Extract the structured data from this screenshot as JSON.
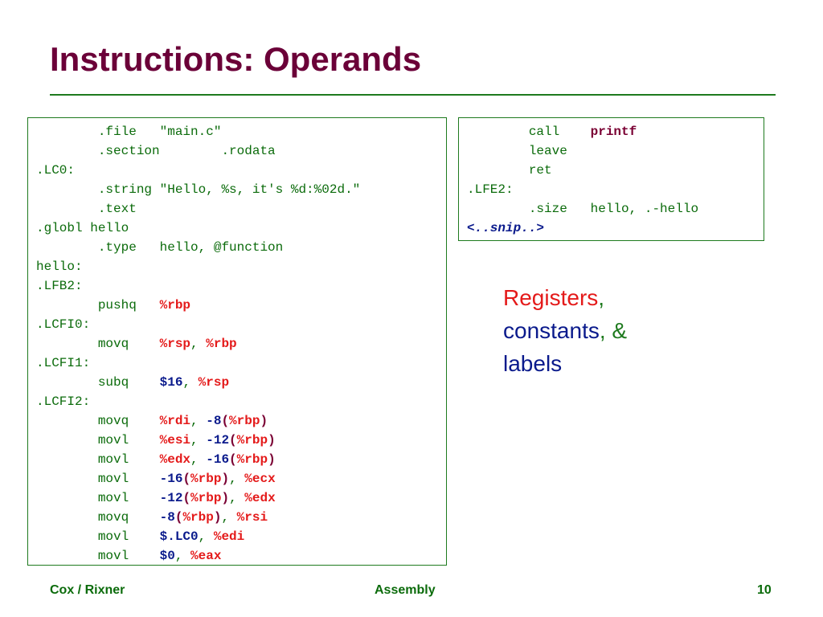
{
  "slide": {
    "title": "Instructions: Operands",
    "legend": {
      "registers": "Registers",
      "comma1": ",",
      "constants": "constants",
      "comma2": ",",
      "amp": "&",
      "labels": "labels"
    },
    "footer": {
      "left": "Cox / Rixner",
      "center": "Assembly",
      "page": "10"
    }
  },
  "left_code": [
    [
      {
        "t": "        .file   \"main.c\"",
        "c": "plain"
      }
    ],
    [
      {
        "t": "        .section        .rodata",
        "c": "plain"
      }
    ],
    [
      {
        "t": ".LC0:",
        "c": "plain"
      }
    ],
    [
      {
        "t": "        .string \"Hello, %s, it's %d:%02d.\"",
        "c": "plain"
      }
    ],
    [
      {
        "t": "        .text",
        "c": "plain"
      }
    ],
    [
      {
        "t": ".globl hello",
        "c": "plain"
      }
    ],
    [
      {
        "t": "        .type   hello, @function",
        "c": "plain"
      }
    ],
    [
      {
        "t": "hello:",
        "c": "plain"
      }
    ],
    [
      {
        "t": ".LFB2:",
        "c": "plain"
      }
    ],
    [
      {
        "t": "        pushq   ",
        "c": "plain"
      },
      {
        "t": "%rbp",
        "c": "reg"
      }
    ],
    [
      {
        "t": ".LCFI0:",
        "c": "plain"
      }
    ],
    [
      {
        "t": "        movq    ",
        "c": "plain"
      },
      {
        "t": "%rsp",
        "c": "reg"
      },
      {
        "t": ", ",
        "c": "plain"
      },
      {
        "t": "%rbp",
        "c": "reg"
      }
    ],
    [
      {
        "t": ".LCFI1:",
        "c": "plain"
      }
    ],
    [
      {
        "t": "        subq    ",
        "c": "plain"
      },
      {
        "t": "$16",
        "c": "con"
      },
      {
        "t": ", ",
        "c": "plain"
      },
      {
        "t": "%rsp",
        "c": "reg"
      }
    ],
    [
      {
        "t": ".LCFI2:",
        "c": "plain"
      }
    ],
    [
      {
        "t": "        movq    ",
        "c": "plain"
      },
      {
        "t": "%rdi",
        "c": "reg"
      },
      {
        "t": ", ",
        "c": "plain"
      },
      {
        "t": "-8",
        "c": "con"
      },
      {
        "t": "(",
        "c": "op"
      },
      {
        "t": "%rbp",
        "c": "reg"
      },
      {
        "t": ")",
        "c": "op"
      }
    ],
    [
      {
        "t": "        movl    ",
        "c": "plain"
      },
      {
        "t": "%esi",
        "c": "reg"
      },
      {
        "t": ", ",
        "c": "plain"
      },
      {
        "t": "-12",
        "c": "con"
      },
      {
        "t": "(",
        "c": "op"
      },
      {
        "t": "%rbp",
        "c": "reg"
      },
      {
        "t": ")",
        "c": "op"
      }
    ],
    [
      {
        "t": "        movl    ",
        "c": "plain"
      },
      {
        "t": "%edx",
        "c": "reg"
      },
      {
        "t": ", ",
        "c": "plain"
      },
      {
        "t": "-16",
        "c": "con"
      },
      {
        "t": "(",
        "c": "op"
      },
      {
        "t": "%rbp",
        "c": "reg"
      },
      {
        "t": ")",
        "c": "op"
      }
    ],
    [
      {
        "t": "        movl    ",
        "c": "plain"
      },
      {
        "t": "-16",
        "c": "con"
      },
      {
        "t": "(",
        "c": "op"
      },
      {
        "t": "%rbp",
        "c": "reg"
      },
      {
        "t": ")",
        "c": "op"
      },
      {
        "t": ", ",
        "c": "plain"
      },
      {
        "t": "%ecx",
        "c": "reg"
      }
    ],
    [
      {
        "t": "        movl    ",
        "c": "plain"
      },
      {
        "t": "-12",
        "c": "con"
      },
      {
        "t": "(",
        "c": "op"
      },
      {
        "t": "%rbp",
        "c": "reg"
      },
      {
        "t": ")",
        "c": "op"
      },
      {
        "t": ", ",
        "c": "plain"
      },
      {
        "t": "%edx",
        "c": "reg"
      }
    ],
    [
      {
        "t": "        movq    ",
        "c": "plain"
      },
      {
        "t": "-8",
        "c": "con"
      },
      {
        "t": "(",
        "c": "op"
      },
      {
        "t": "%rbp",
        "c": "reg"
      },
      {
        "t": ")",
        "c": "op"
      },
      {
        "t": ", ",
        "c": "plain"
      },
      {
        "t": "%rsi",
        "c": "reg"
      }
    ],
    [
      {
        "t": "        movl    ",
        "c": "plain"
      },
      {
        "t": "$.LC0",
        "c": "con"
      },
      {
        "t": ", ",
        "c": "plain"
      },
      {
        "t": "%edi",
        "c": "reg"
      }
    ],
    [
      {
        "t": "        movl    ",
        "c": "plain"
      },
      {
        "t": "$0",
        "c": "con"
      },
      {
        "t": ", ",
        "c": "plain"
      },
      {
        "t": "%eax",
        "c": "reg"
      }
    ]
  ],
  "right_code": [
    [
      {
        "t": "        call    ",
        "c": "plain"
      },
      {
        "t": "printf",
        "c": "op"
      }
    ],
    [
      {
        "t": "        leave",
        "c": "plain"
      }
    ],
    [
      {
        "t": "        ret",
        "c": "plain"
      }
    ],
    [
      {
        "t": ".LFE2:",
        "c": "plain"
      }
    ],
    [
      {
        "t": "        .size   hello, .-hello",
        "c": "plain"
      }
    ],
    [
      {
        "t": "<..snip..>",
        "c": "snip"
      }
    ]
  ],
  "colors": {
    "title": "#6b0038",
    "rule": "#1e7a1e",
    "code": "#0b6b0b",
    "register": "#e41a1a",
    "constant": "#0a1a8c",
    "label_ref": "#7a0033"
  }
}
